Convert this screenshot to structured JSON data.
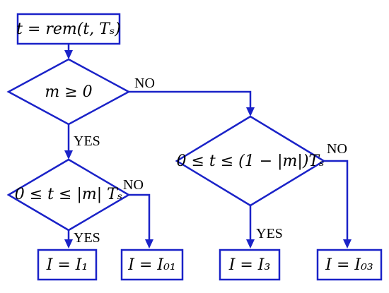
{
  "nodes": {
    "start": {
      "text": "t = rem(t, Tₛ)"
    },
    "decision_m": {
      "text": "m ≥ 0"
    },
    "decision_left": {
      "text": "0 ≤ t ≤ |m| Tₛ"
    },
    "decision_right": {
      "text": "0 ≤ t ≤ (1 − |m|)Tₛ"
    },
    "out_I1": {
      "text": "I = I₁"
    },
    "out_I01": {
      "text": "I = I₀₁"
    },
    "out_I3": {
      "text": "I = I₃"
    },
    "out_I03": {
      "text": "I = I₀₃"
    }
  },
  "edge_labels": {
    "m_no": "NO",
    "m_yes": "YES",
    "left_no": "NO",
    "left_yes": "YES",
    "right_no": "NO",
    "right_yes": "YES"
  },
  "colors": {
    "stroke": "#1a22c8",
    "text": "#000000",
    "background": "#ffffff"
  }
}
